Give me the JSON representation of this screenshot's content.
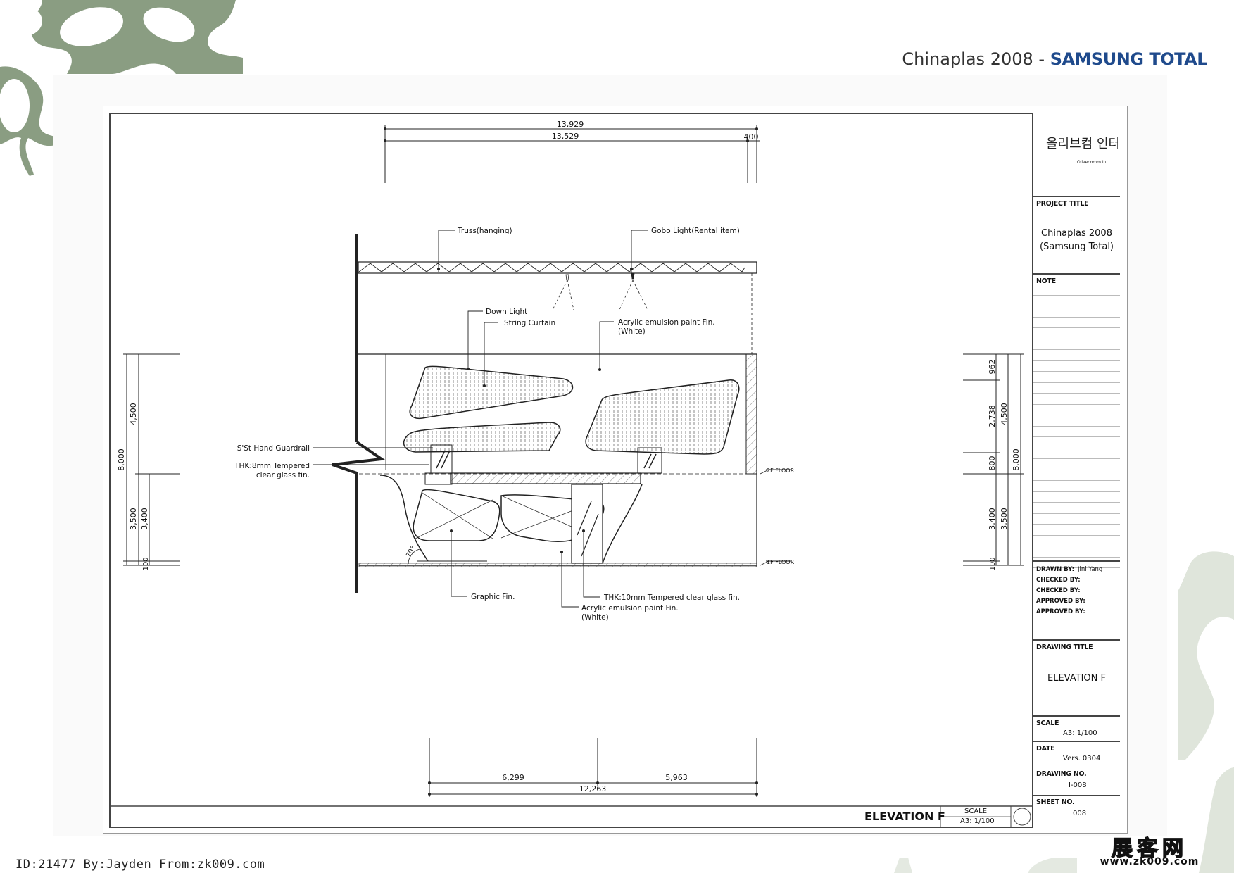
{
  "header": {
    "event": "Chinaplas 2008 - ",
    "brand": "SAMSUNG TOTAL"
  },
  "dimensions": {
    "top_overall": "13,929",
    "top_main": "13,529",
    "top_right": "400",
    "bottom_overall": "12,263",
    "bottom_left": "6,299",
    "bottom_right": "5,963",
    "left_total": "8,000",
    "left_upper": "4,500",
    "left_lower_a": "3,500",
    "left_lower_b": "3,400",
    "left_base": "100",
    "right_top": "962",
    "right_mid": "2,738",
    "right_upper": "4,500",
    "right_floor": "800",
    "right_total": "8,000",
    "right_lower_a": "3,400",
    "right_lower_b": "3,500",
    "right_base": "100"
  },
  "annotations": {
    "truss": "Truss(hanging)",
    "gobo": "Gobo Light(Rental item)",
    "down_light": "Down Light",
    "string_curtain": "String Curtain",
    "acrylic_top_1": "Acrylic emulsion paint Fin.",
    "acrylic_top_2": "(White)",
    "guardrail": "S'St Hand Guardrail",
    "glass_8_1": "THK:8mm Tempered",
    "glass_8_2": "clear glass fin.",
    "graphic_fin": "Graphic Fin.",
    "glass_10": "THK:10mm Tempered clear glass fin.",
    "acrylic_bottom_1": "Acrylic emulsion paint Fin.",
    "acrylic_bottom_2": "(White)",
    "angle": "70°",
    "floor_2f": "2F FLOOR",
    "floor_1f": "1F FLOOR"
  },
  "titleblock": {
    "logo_text": "올리브컴 인터내셔날",
    "logo_sub": "Olivecomm Int.",
    "project_title_label": "PROJECT TITLE",
    "project_title_1": "Chinaplas 2008",
    "project_title_2": "(Samsung Total)",
    "note_label": "NOTE",
    "drawn_by_label": "DRAWN BY:",
    "drawn_by": "Jini Yang",
    "checked_by_label_1": "CHECKED BY:",
    "checked_by_label_2": "CHECKED BY:",
    "approved_by_label_1": "APPROVED BY:",
    "approved_by_label_2": "APPROVED BY:",
    "drawing_title_label": "DRAWING TITLE",
    "drawing_title": "ELEVATION F",
    "scale_label": "SCALE",
    "scale": "A3: 1/100",
    "date_label": "DATE",
    "date": "Vers. 0304",
    "drawing_no_label": "DRAWING NO.",
    "drawing_no": "I-008",
    "sheet_no_label": "SHEET NO.",
    "sheet_no": "008"
  },
  "bottom_bar": {
    "title": "ELEVATION F",
    "scale_label": "SCALE",
    "scale": "A3: 1/100"
  },
  "watermark": {
    "left": "ID:21477 By:Jayden From:zk009.com",
    "right_logo": "展客网",
    "right_url": "www.zk009.com"
  },
  "colors": {
    "brand_blue": "#1f4a8c",
    "deco_green": "#8a9d82"
  }
}
